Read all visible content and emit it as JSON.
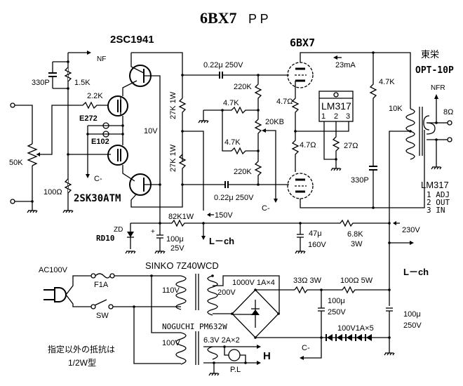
{
  "title": {
    "main": "6BX7",
    "suffix": "P P"
  },
  "tube_label": "6BX7",
  "transistor_label": "2SC1941",
  "fet_label": "2SK30ATM",
  "output_transformer": {
    "maker": "東栄",
    "model": "OPT-10P",
    "primary": "10K",
    "secondary": "8Ω",
    "nfr": "NFR"
  },
  "input": {
    "pot": "50K",
    "nf": "NF",
    "cap_330p": "330P",
    "r_1_5k": "1.5K",
    "r_2_2k": "2.2K",
    "r_100": "100Ω"
  },
  "crd": {
    "e272": "E272",
    "e102": "E102",
    "c_minus": "C-"
  },
  "stage": {
    "r_27k_top": "27K 1W",
    "r_27k_bot": "27K 1W",
    "v10": "10V",
    "cap_top": "0.22μ 250V",
    "cap_bot": "0.22μ 250V"
  },
  "bias": {
    "r220k_top": "220K",
    "r220k_bot": "220K",
    "r47k_top": "4.7K",
    "r47k_bot": "4.7K",
    "pot": "20KB",
    "c_minus": "C-"
  },
  "cathode": {
    "r_top": "4.7Ω",
    "r_bot": "4.7Ω",
    "r_27": "27Ω",
    "current": "23mA"
  },
  "lm317": {
    "name": "LM317",
    "pins": [
      "1",
      "2",
      "3"
    ],
    "legend_title": "LM317",
    "legend": [
      "1 ADJ",
      "2 OUT",
      "3 IN"
    ]
  },
  "plate": {
    "r47k": "4.7K",
    "c330p": "330P"
  },
  "supply": {
    "zd": "ZD",
    "zd_part": "RD10",
    "r82k": "82K1W",
    "v150": "150V",
    "c100u_25": [
      "100μ",
      "25V"
    ],
    "lch1": "L－ch",
    "c47u": [
      "47μ",
      "160V"
    ],
    "r68k": [
      "6.8K",
      "3W"
    ],
    "v230": "230V",
    "lch2": "L－ch"
  },
  "power": {
    "ac": "AC100V",
    "fuse": "F1A",
    "switch": "SW",
    "pt1": "SINKO 7Z40WCD",
    "pt1_pri": "110V",
    "pt1_sec": "200V",
    "pt2": "NOGUCHI PM632W",
    "pt2_pri": "100V",
    "pt2_sec": "6.3V 2A×2",
    "bridge": "1000V 1A×4",
    "r33": "33Ω 3W",
    "r100": "100Ω 5W",
    "c1": [
      "100μ",
      "250V"
    ],
    "c2": [
      "100μ",
      "250V"
    ],
    "diodes": "100V1A×5",
    "c_minus": "C-",
    "heater": "H",
    "pilot": "P.L"
  },
  "note": [
    "指定以外の抵抗は",
    "1/2W型"
  ]
}
